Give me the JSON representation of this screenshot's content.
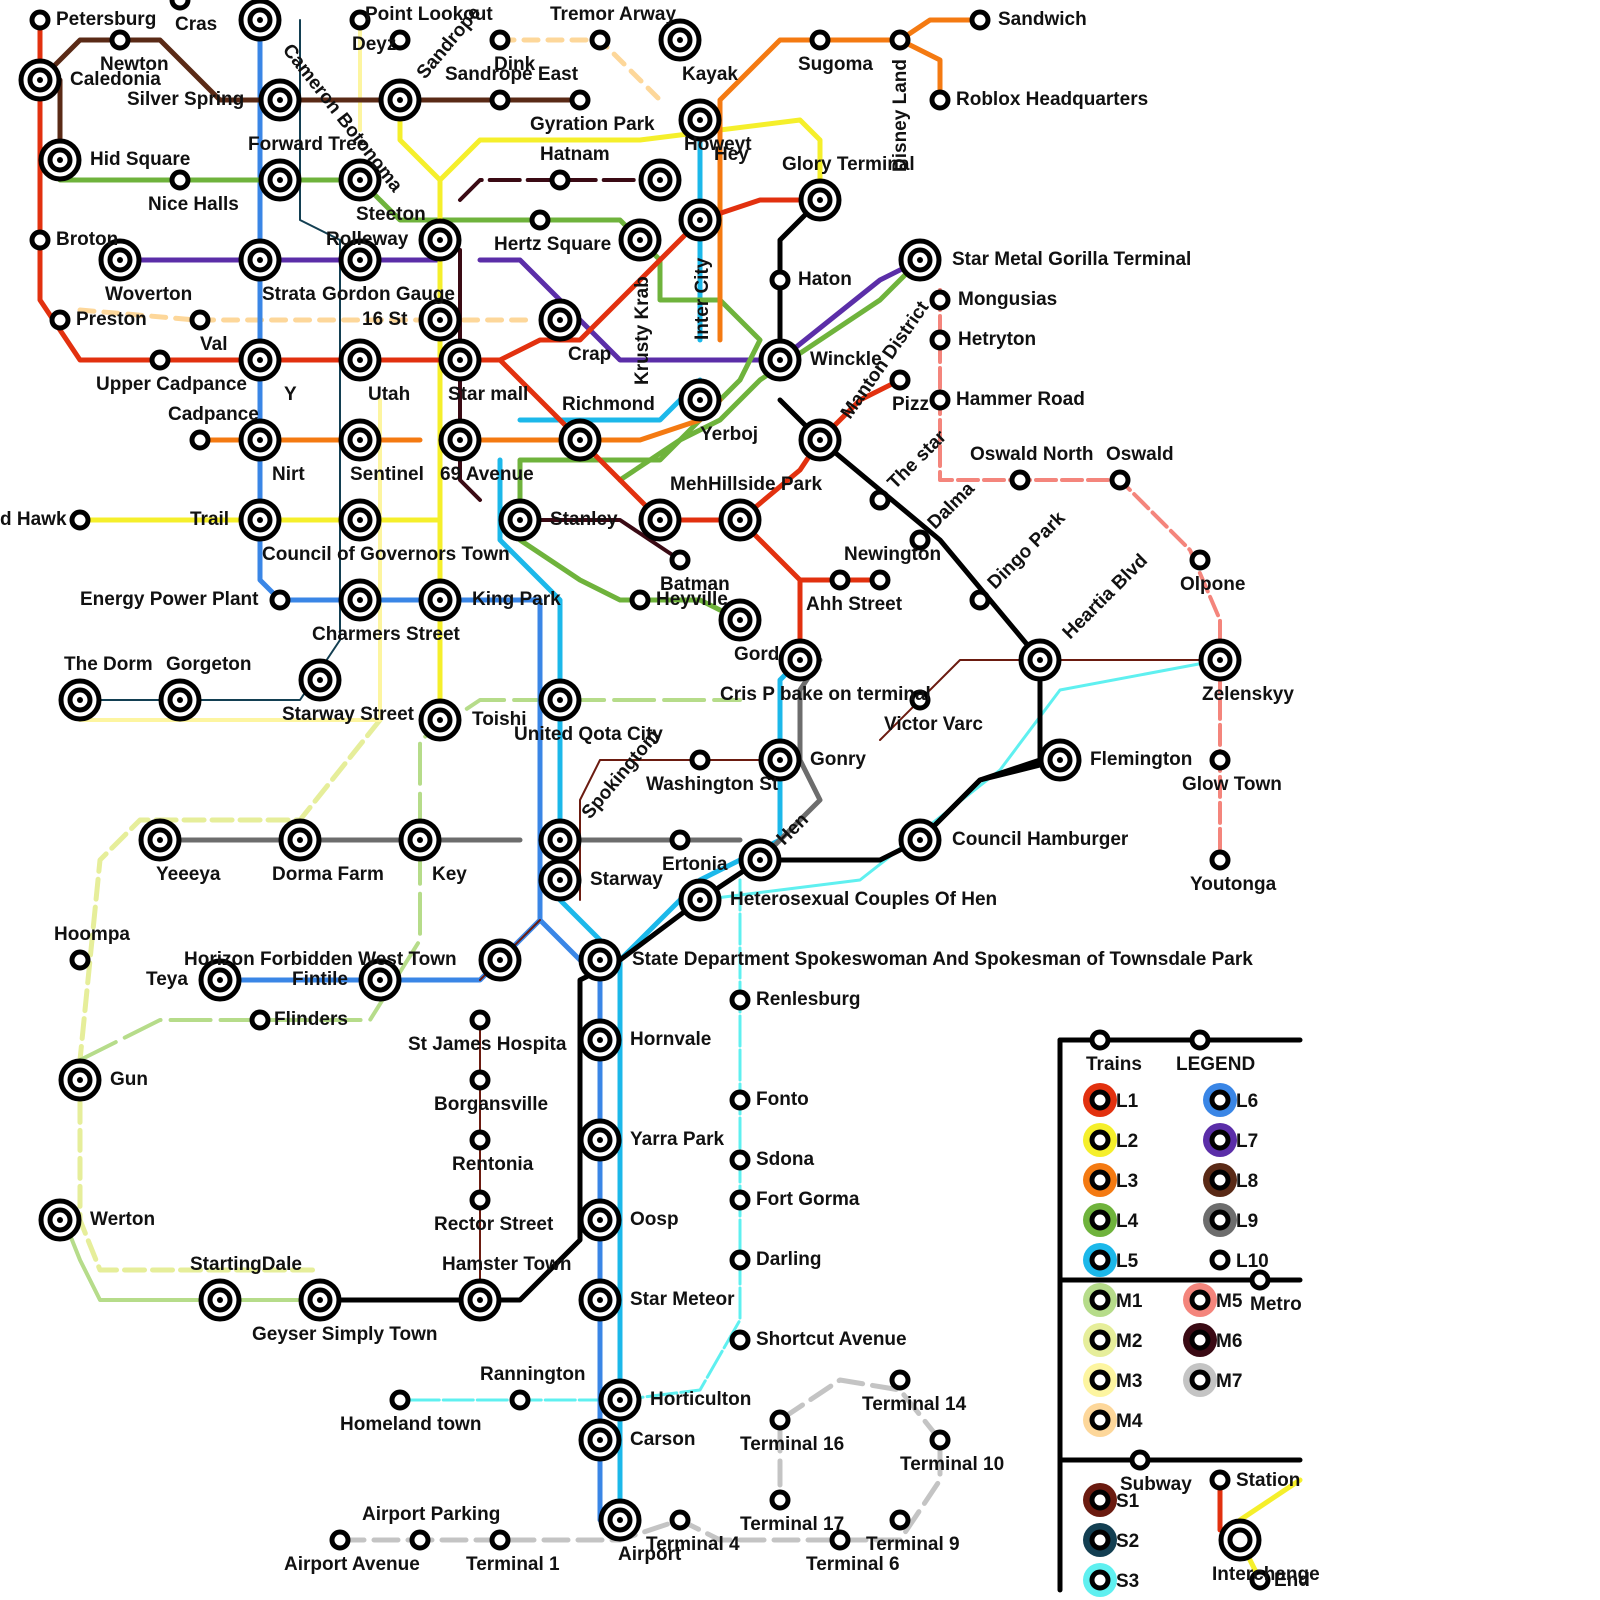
{
  "lines": {
    "L1": {
      "label": "L1",
      "color": "#e2310f"
    },
    "L2": {
      "label": "L2",
      "color": "#f5ef2b"
    },
    "L3": {
      "label": "L3",
      "color": "#f47a12"
    },
    "L4": {
      "label": "L4",
      "color": "#6fb33c"
    },
    "L5": {
      "label": "L5",
      "color": "#1cb8ea"
    },
    "L6": {
      "label": "L6",
      "color": "#3a86e6"
    },
    "L7": {
      "label": "L7",
      "color": "#5b2ea8"
    },
    "L8": {
      "label": "L8",
      "color": "#5a2a16"
    },
    "L9": {
      "label": "L9",
      "color": "#6d6d6d"
    },
    "L10": {
      "label": "L10",
      "color": "#000000"
    },
    "M1": {
      "label": "M1",
      "color": "#b6dc8a"
    },
    "M2": {
      "label": "M2",
      "color": "#e6ee9a"
    },
    "M3": {
      "label": "M3",
      "color": "#fdf5a0"
    },
    "M4": {
      "label": "M4",
      "color": "#fdd79a"
    },
    "M5": {
      "label": "M5",
      "color": "#f4857c"
    },
    "M6": {
      "label": "M6",
      "color": "#3a0a14"
    },
    "M7": {
      "label": "M7",
      "color": "#c4c4c4"
    },
    "S1": {
      "label": "S1",
      "color": "#6b1b10"
    },
    "S2": {
      "label": "S2",
      "color": "#133f52"
    },
    "S3": {
      "label": "S3",
      "color": "#5ff0f0"
    }
  },
  "legend": {
    "header_trains": "Trains",
    "header_legend": "LEGEND",
    "header_metro": "Metro",
    "header_subway": "Subway",
    "station_label": "Station",
    "interchange_label": "Interchange",
    "end_label": "End"
  },
  "stations": {
    "petersburg": "Petersburg",
    "cras": "Cras",
    "point_lookout": "Point Lookout",
    "tremor_arway": "Tremor Arway",
    "sandwich": "Sandwich",
    "newton": "Newton",
    "caledonia": "Caledonia",
    "deyz": "Deyz",
    "sandrope": "Sandrope",
    "dink": "Dink",
    "sandrope_east": "Sandrope East",
    "kayak": "Kayak",
    "sugoma": "Sugoma",
    "disney_land": "Disney Land",
    "roblox_hq": "Roblox Headquarters",
    "silver_spring": "Silver Spring",
    "cameron_botonoma": "Cameron Botonoma",
    "gyration_park": "Gyration Park",
    "howeyt": "Howeyt",
    "hey": "Hey",
    "hid_square": "Hid Square",
    "forward_tree": "Forward Tree",
    "hatnam": "Hatnam",
    "glory_terminal": "Glory Terminal",
    "nice_halls": "Nice Halls",
    "steeton": "Steeton",
    "broton": "Broton",
    "rolleway": "Rolleway",
    "hertz_square": "Hertz Square",
    "star_metal_gorilla": "Star Metal Gorilla Terminal",
    "haton": "Haton",
    "inter_city": "Inter City",
    "krusty_krab": "Krusty Krab",
    "woverton": "Woverton",
    "strata": "Strata",
    "gordon_gauge": "Gordon Gauge",
    "mongusias": "Mongusias",
    "preston": "Preston",
    "val": "Val",
    "st16": "16 St",
    "crap": "Crap",
    "hetryton": "Hetryton",
    "winckle": "Winckle",
    "manton_district": "Manton District",
    "upper_cadpance": "Upper Cadpance",
    "y": "Y",
    "utah": "Utah",
    "star_mall": "Star mall",
    "richmond": "Richmond",
    "pizz": "Pizz",
    "hammer_road": "Hammer Road",
    "cadpance": "Cadpance",
    "yerboj": "Yerboj",
    "the_star": "The star",
    "oswald_north": "Oswald North",
    "oswald": "Oswald",
    "nirt": "Nirt",
    "sentinel": "Sentinel",
    "avenue69": "69 Avenue",
    "mehhillside_park": "MehHillside Park",
    "dalma": "Dalma",
    "trail": "Trail",
    "stanley": "Stanley",
    "dingo_park": "Dingo Park",
    "red_hawk": "d Hawk",
    "council_governors": "Council of Governors Town",
    "newington": "Newington",
    "hearta_blvd": "Heartia Blvd",
    "batman": "Batman",
    "olpone": "Olpone",
    "energy_power_plant": "Energy Power Plant",
    "king_park": "King Park",
    "heyville": "Heyville",
    "ahh_street": "Ahh Street",
    "charmers_street": "Charmers Street",
    "gord": "Gord",
    "the_dorm": "The Dorm",
    "gorgeton": "Gorgeton",
    "zelenskyy": "Zelenskyy",
    "cris_p_bake": "Cris P bake on terminal",
    "starway_street": "Starway Street",
    "toishi": "Toishi",
    "victor_varc": "Victor Varc",
    "united_qota_city": "United Qota City",
    "spokingtom": "Spokingtom",
    "gonry": "Gonry",
    "flemington": "Flemington",
    "washington_st": "Washington St",
    "glow_town": "Glow Town",
    "hen": "Hen",
    "yeeeya": "Yeeeya",
    "dorma_farm": "Dorma Farm",
    "key": "Key",
    "ertonia": "Ertonia",
    "council_hamburger": "Council Hamburger",
    "starway": "Starway",
    "youtonga": "Youtonga",
    "heterosexual_couples": "Heterosexual Couples Of Hen",
    "hoompa": "Hoompa",
    "horizon_forbidden": "Horizon Forbidden West Town",
    "state_department": "State Department Spokeswoman And Spokesman of  Townsdale Park",
    "teya": "Teya",
    "fintile": "Fintile",
    "renlesburg": "Renlesburg",
    "flinders": "Flinders",
    "st_james": "St James Hospita",
    "hornvale": "Hornvale",
    "gun": "Gun",
    "borgansville": "Borgansville",
    "fonto": "Fonto",
    "yarra_park": "Yarra Park",
    "rentonia": "Rentonia",
    "sdona": "Sdona",
    "fort_gorma": "Fort Gorma",
    "rector_street": "Rector Street",
    "oosp": "Oosp",
    "werton": "Werton",
    "darling": "Darling",
    "starting_dale": "StartingDale",
    "hamster_town": "Hamster Town",
    "star_meteor": "Star Meteor",
    "geyser_simply": "Geyser Simply Town",
    "shortcut_avenue": "Shortcut Avenue",
    "rannington": "Rannington",
    "terminal_14": "Terminal 14",
    "horticulton": "Horticulton",
    "homeland_town": "Homeland town",
    "terminal_16": "Terminal 16",
    "carson": "Carson",
    "terminal_10": "Terminal 10",
    "airport_parking": "Airport Parking",
    "terminal_17": "Terminal 17",
    "terminal_4": "Terminal 4",
    "terminal_9": "Terminal 9",
    "airport": "Airport",
    "airport_avenue": "Airport Avenue",
    "terminal_1": "Terminal 1",
    "terminal_6": "Terminal 6"
  }
}
